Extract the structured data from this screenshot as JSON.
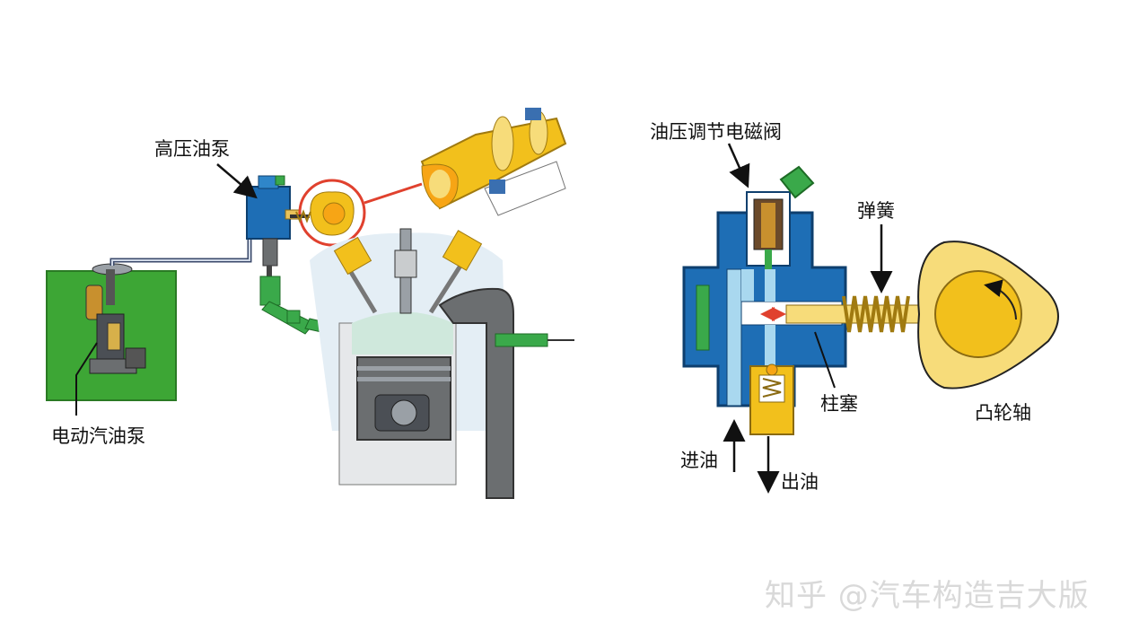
{
  "labels": {
    "high_pressure_pump": "高压油泵",
    "electric_fuel_pump": "电动汽油泵",
    "pressure_regulating_solenoid": "油压调节电磁阀",
    "spring": "弹簧",
    "plunger": "柱塞",
    "camshaft": "凸轮轴",
    "fuel_in": "进油",
    "fuel_out": "出油"
  },
  "watermark": "知乎 @汽车构造吉大版",
  "colors": {
    "tank_green": "#3da635",
    "pump_blue": "#1e6eb5",
    "cam_yellow": "#f2c01c",
    "cam_light": "#f7dc7a",
    "highlight_red": "#e0412e",
    "solenoid_green": "#3aa94a",
    "engine_gray": "#6b6e70",
    "chamber_mint": "#cfe8dc"
  },
  "icons": [
    "rotation-arrow-icon",
    "bidirectional-arrow-icon"
  ]
}
